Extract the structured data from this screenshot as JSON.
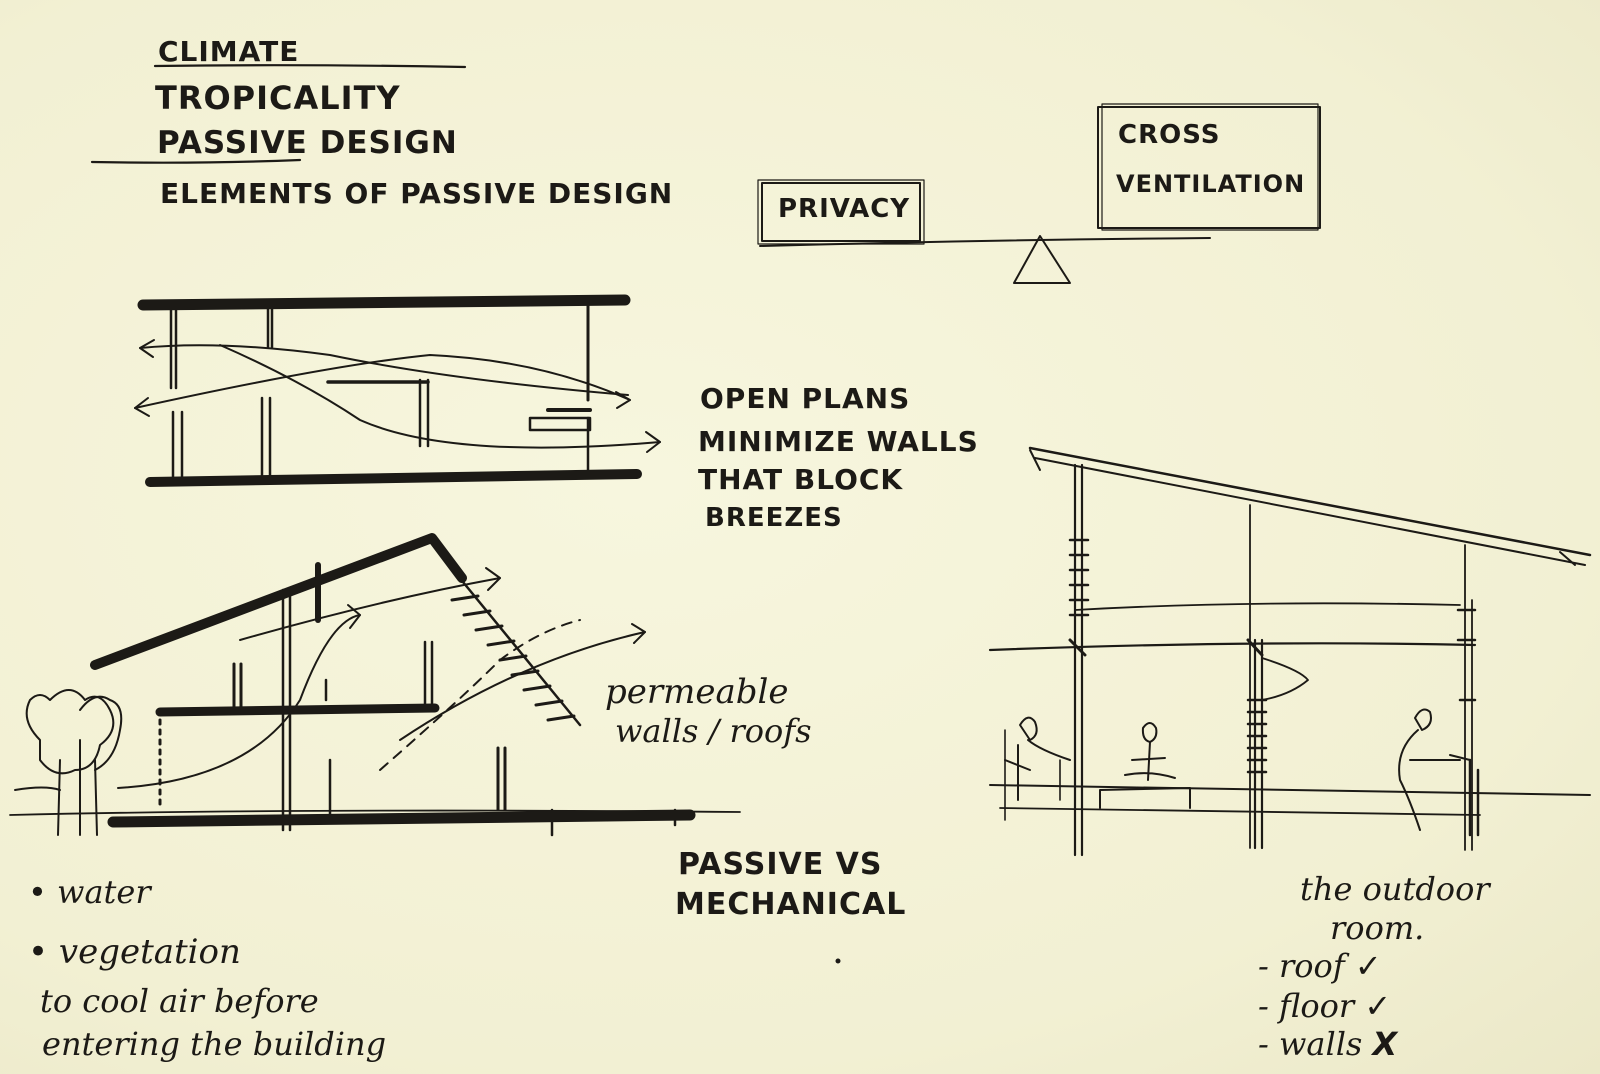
{
  "header": {
    "line1": "CLIMATE",
    "line2": "TROPICALITY",
    "line3": "PASSIVE DESIGN",
    "line4": "ELEMENTS OF PASSIVE DESIGN"
  },
  "balance": {
    "left_label": "PRIVACY",
    "right_label_line1": "CROSS",
    "right_label_line2": "VENTILATION"
  },
  "open_plans": {
    "line1": "OPEN PLANS",
    "line2": "MINIMIZE WALLS",
    "line3": "THAT BLOCK",
    "line4": "BREEZES"
  },
  "permeable": {
    "line1": "permeable",
    "line2": "walls / roofs"
  },
  "passive_vs": {
    "line1": "PASSIVE VS",
    "line2": "MECHANICAL"
  },
  "water_notes": {
    "bullet1": "water",
    "bullet2": "vegetation",
    "line3": "to cool air before",
    "line4": "entering the building"
  },
  "outdoor_room": {
    "title1": "the outdoor",
    "title2": "room.",
    "items": [
      {
        "label": "roof",
        "mark": "✓"
      },
      {
        "label": "floor",
        "mark": "✓"
      },
      {
        "label": "walls",
        "mark": "X"
      }
    ]
  },
  "colors": {
    "paper": "#f4f2d8",
    "ink": "#1c1a16"
  }
}
